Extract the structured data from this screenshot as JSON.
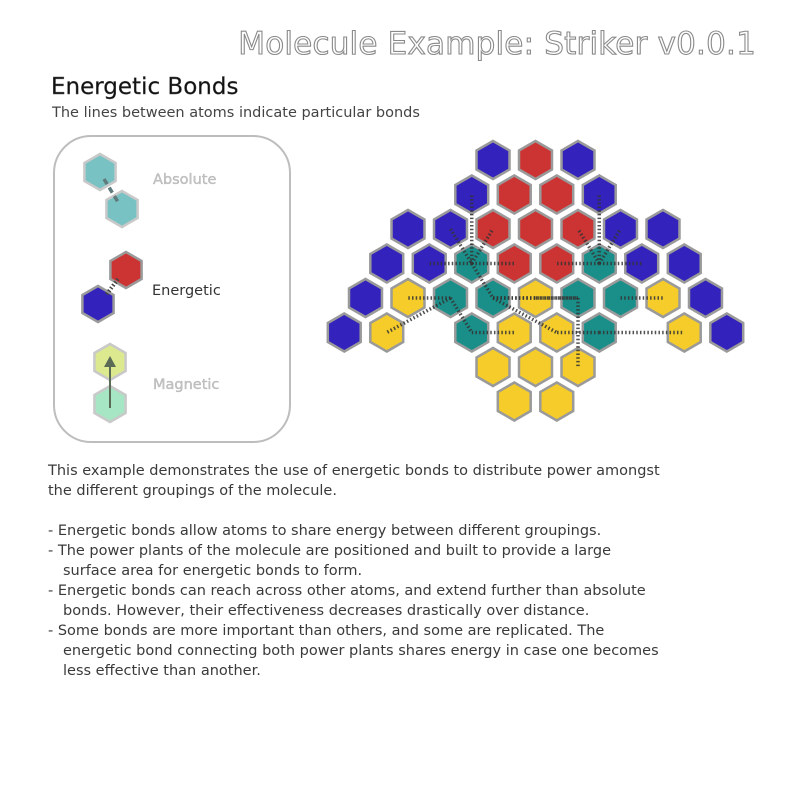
{
  "title": "Molecule Example: Striker v0.0.1",
  "heading": "Energetic Bonds",
  "subheading": "The lines between atoms indicate particular bonds",
  "legend": {
    "absolute": "Absolute",
    "energetic": "Energetic",
    "magnetic": "Magnetic"
  },
  "colors": {
    "blue": "#3322bb",
    "red": "#cc3333",
    "teal": "#1a8f8a",
    "yellow": "#f5cc2a",
    "hex_border": "#9a9a9a",
    "absolute_teal": "#79c2c4",
    "magnetic_yellow": "#dce98f",
    "magnetic_green": "#a6e6c4"
  },
  "description": {
    "intro_line1": "This example demonstrates the use of energetic bonds to distribute power amongst",
    "intro_line2": "the different groupings of the molecule.",
    "bullets": [
      [
        "- Energetic bonds allow atoms to share energy between different groupings."
      ],
      [
        "- The power plants of the molecule are positioned and built to provide a large",
        "surface area for energetic bonds to form."
      ],
      [
        "- Energetic bonds can reach across other atoms, and extend further than absolute",
        "bonds.  However, their effectiveness decreases drastically over distance."
      ],
      [
        "- Some bonds are more important than others, and some are replicated.  The",
        "energetic bond connecting both power plants shares energy in case one becomes",
        "less effective than another."
      ]
    ]
  },
  "molecule": {
    "atoms": [
      {
        "col": 0,
        "row": 0,
        "color": "blue"
      },
      {
        "col": 1,
        "row": 0,
        "color": "red"
      },
      {
        "col": 2,
        "row": 0,
        "color": "blue"
      },
      {
        "col": -0.5,
        "row": 1,
        "color": "blue"
      },
      {
        "col": 0.5,
        "row": 1,
        "color": "red"
      },
      {
        "col": 1.5,
        "row": 1,
        "color": "red"
      },
      {
        "col": 2.5,
        "row": 1,
        "color": "blue"
      },
      {
        "col": -2,
        "row": 2,
        "color": "blue"
      },
      {
        "col": -1,
        "row": 2,
        "color": "blue"
      },
      {
        "col": 0,
        "row": 2,
        "color": "red"
      },
      {
        "col": 1,
        "row": 2,
        "color": "red"
      },
      {
        "col": 2,
        "row": 2,
        "color": "red"
      },
      {
        "col": 3,
        "row": 2,
        "color": "blue"
      },
      {
        "col": 4,
        "row": 2,
        "color": "blue"
      },
      {
        "col": -2.5,
        "row": 3,
        "color": "blue"
      },
      {
        "col": -1.5,
        "row": 3,
        "color": "blue"
      },
      {
        "col": -0.5,
        "row": 3,
        "color": "teal"
      },
      {
        "col": 0.5,
        "row": 3,
        "color": "red"
      },
      {
        "col": 1.5,
        "row": 3,
        "color": "red"
      },
      {
        "col": 2.5,
        "row": 3,
        "color": "teal"
      },
      {
        "col": 3.5,
        "row": 3,
        "color": "blue"
      },
      {
        "col": 4.5,
        "row": 3,
        "color": "blue"
      },
      {
        "col": -3,
        "row": 4,
        "color": "blue"
      },
      {
        "col": -2,
        "row": 4,
        "color": "yellow"
      },
      {
        "col": -1,
        "row": 4,
        "color": "teal"
      },
      {
        "col": 0,
        "row": 4,
        "color": "teal"
      },
      {
        "col": 1,
        "row": 4,
        "color": "yellow"
      },
      {
        "col": 2,
        "row": 4,
        "color": "teal"
      },
      {
        "col": 3,
        "row": 4,
        "color": "teal"
      },
      {
        "col": 4,
        "row": 4,
        "color": "yellow"
      },
      {
        "col": 5,
        "row": 4,
        "color": "blue"
      },
      {
        "col": -3.5,
        "row": 5,
        "color": "blue"
      },
      {
        "col": -2.5,
        "row": 5,
        "color": "yellow"
      },
      {
        "col": -0.5,
        "row": 5,
        "color": "teal"
      },
      {
        "col": 0.5,
        "row": 5,
        "color": "yellow"
      },
      {
        "col": 1.5,
        "row": 5,
        "color": "yellow"
      },
      {
        "col": 2.5,
        "row": 5,
        "color": "teal"
      },
      {
        "col": 4.5,
        "row": 5,
        "color": "yellow"
      },
      {
        "col": 5.5,
        "row": 5,
        "color": "blue"
      },
      {
        "col": 0,
        "row": 6,
        "color": "yellow"
      },
      {
        "col": 1,
        "row": 6,
        "color": "yellow"
      },
      {
        "col": 2,
        "row": 6,
        "color": "yellow"
      },
      {
        "col": 0.5,
        "row": 7,
        "color": "yellow"
      },
      {
        "col": 1.5,
        "row": 7,
        "color": "yellow"
      }
    ],
    "bonds": [
      {
        "a": [
          -1,
          2
        ],
        "b": [
          -0.5,
          3
        ]
      },
      {
        "a": [
          -0.5,
          3
        ],
        "b": [
          0,
          2
        ]
      },
      {
        "a": [
          -0.5,
          3
        ],
        "b": [
          -0.5,
          1
        ]
      },
      {
        "a": [
          -0.5,
          3
        ],
        "b": [
          0.5,
          3
        ]
      },
      {
        "a": [
          -0.5,
          3
        ],
        "b": [
          -1.5,
          3
        ]
      },
      {
        "a": [
          -0.5,
          3
        ],
        "b": [
          0,
          4
        ]
      },
      {
        "a": [
          -1,
          4
        ],
        "b": [
          -2,
          4
        ]
      },
      {
        "a": [
          -1,
          4
        ],
        "b": [
          -0.5,
          5
        ]
      },
      {
        "a": [
          -1,
          4
        ],
        "b": [
          -2.5,
          5
        ]
      },
      {
        "a": [
          0,
          4
        ],
        "b": [
          1,
          4
        ]
      },
      {
        "a": [
          -0.5,
          5
        ],
        "b": [
          0.5,
          5
        ]
      },
      {
        "a": [
          2.5,
          3
        ],
        "b": [
          2,
          2
        ]
      },
      {
        "a": [
          2.5,
          3
        ],
        "b": [
          3,
          2
        ]
      },
      {
        "a": [
          2.5,
          3
        ],
        "b": [
          1.5,
          3
        ]
      },
      {
        "a": [
          2.5,
          3
        ],
        "b": [
          3.5,
          3
        ]
      },
      {
        "a": [
          2.5,
          3
        ],
        "b": [
          2.5,
          1
        ]
      },
      {
        "a": [
          2,
          4
        ],
        "b": [
          1,
          4
        ]
      },
      {
        "a": [
          3,
          4
        ],
        "b": [
          4,
          4
        ]
      },
      {
        "a": [
          2.5,
          5
        ],
        "b": [
          1.5,
          5
        ]
      },
      {
        "a": [
          2.5,
          5
        ],
        "b": [
          4.5,
          5
        ]
      },
      {
        "a": [
          2,
          4
        ],
        "b": [
          2,
          6
        ]
      },
      {
        "a": [
          0,
          4
        ],
        "b": [
          1.5,
          5
        ]
      },
      {
        "a": [
          0,
          4
        ],
        "b": [
          2,
          4
        ]
      }
    ]
  }
}
